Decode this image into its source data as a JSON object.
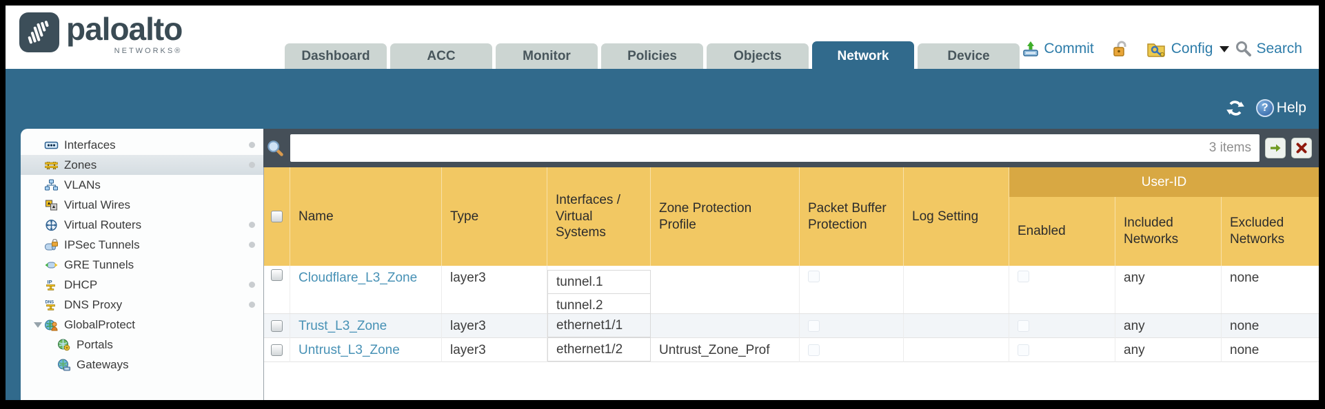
{
  "brand": {
    "logo_text": "paloalto",
    "logo_sub": "NETWORKS®"
  },
  "tabs": [
    {
      "label": "Dashboard"
    },
    {
      "label": "ACC"
    },
    {
      "label": "Monitor"
    },
    {
      "label": "Policies"
    },
    {
      "label": "Objects"
    },
    {
      "label": "Network"
    },
    {
      "label": "Device"
    }
  ],
  "header_actions": {
    "commit": "Commit",
    "config": "Config",
    "search": "Search"
  },
  "band": {
    "help": "Help"
  },
  "sidebar": {
    "items": [
      {
        "label": "Interfaces"
      },
      {
        "label": "Zones"
      },
      {
        "label": "VLANs"
      },
      {
        "label": "Virtual Wires"
      },
      {
        "label": "Virtual Routers"
      },
      {
        "label": "IPSec Tunnels"
      },
      {
        "label": "GRE Tunnels"
      },
      {
        "label": "DHCP"
      },
      {
        "label": "DNS Proxy"
      },
      {
        "label": "GlobalProtect"
      },
      {
        "label": "Portals"
      },
      {
        "label": "Gateways"
      }
    ]
  },
  "filter_bar": {
    "count": "3 items",
    "query": ""
  },
  "table": {
    "group_header": "User-ID",
    "columns": {
      "name": "Name",
      "type": "Type",
      "interfaces": "Interfaces / Virtual Systems",
      "zpp": "Zone Protection Profile",
      "pbp": "Packet Buffer Protection",
      "log": "Log Setting",
      "enabled": "Enabled",
      "included": "Included Networks",
      "excluded": "Excluded Networks"
    },
    "rows": [
      {
        "name": "Cloudflare_L3_Zone",
        "type": "layer3",
        "interfaces": [
          "tunnel.1",
          "tunnel.2"
        ],
        "zpp": "",
        "log": "",
        "included": "any",
        "excluded": "none"
      },
      {
        "name": "Trust_L3_Zone",
        "type": "layer3",
        "interfaces": [
          "ethernet1/1"
        ],
        "zpp": "",
        "log": "",
        "included": "any",
        "excluded": "none"
      },
      {
        "name": "Untrust_L3_Zone",
        "type": "layer3",
        "interfaces": [
          "ethernet1/2"
        ],
        "zpp": "Untrust_Zone_Prof",
        "log": "",
        "included": "any",
        "excluded": "none"
      }
    ]
  },
  "colors": {
    "teal": "#316a8c",
    "header_orange": "#f2c863",
    "userid_band": "#d8a843",
    "link_blue": "#4791b5",
    "slate": "#454f58"
  }
}
